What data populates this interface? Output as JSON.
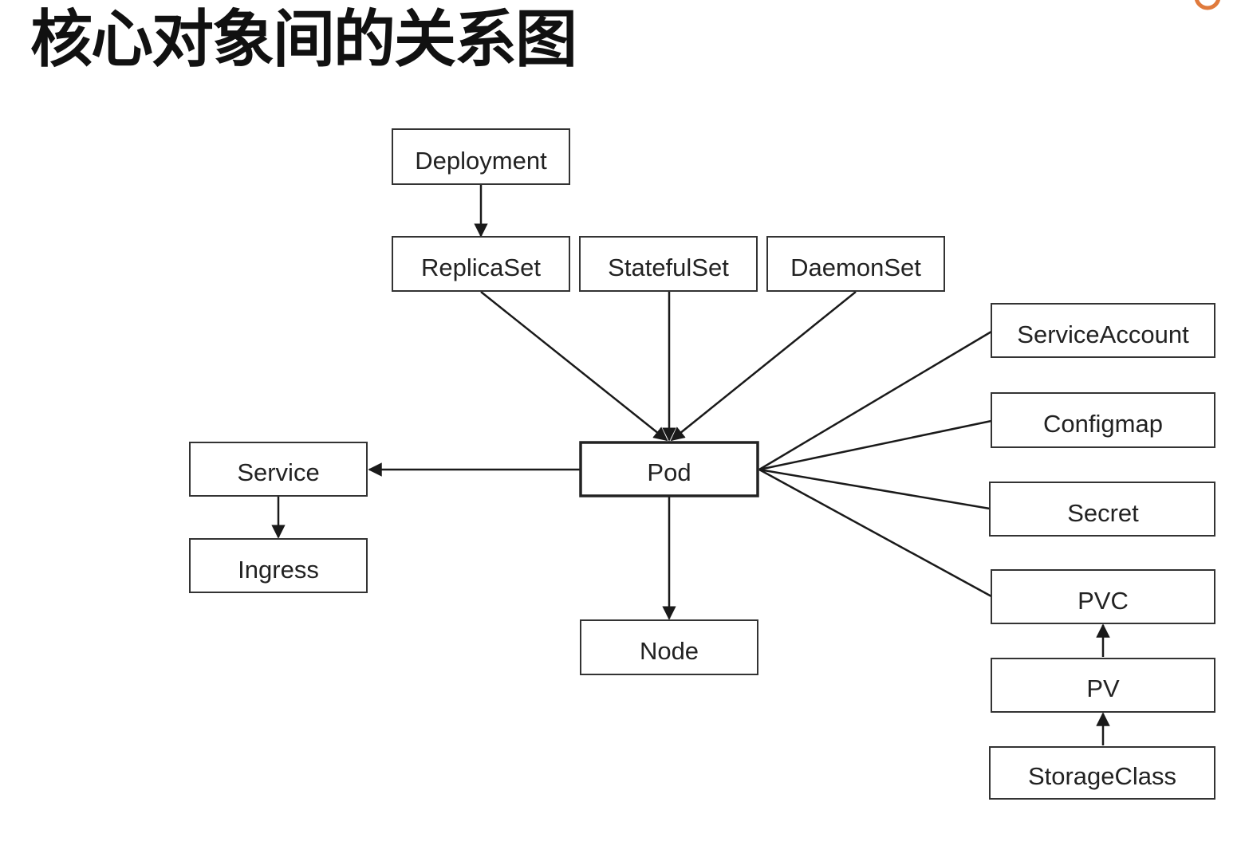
{
  "title": "核心对象间的关系图",
  "colors": {
    "text": "#222222",
    "line": "#1a1a1a",
    "logo": "#e07a3c"
  },
  "corner_logo_icon": "brand-logo-icon",
  "nodes": {
    "deployment": "Deployment",
    "replicaset": "ReplicaSet",
    "statefulset": "StatefulSet",
    "daemonset": "DaemonSet",
    "pod": "Pod",
    "service": "Service",
    "ingress": "Ingress",
    "node": "Node",
    "serviceaccount": "ServiceAccount",
    "configmap": "Configmap",
    "secret": "Secret",
    "pvc": "PVC",
    "pv": "PV",
    "storageclass": "StorageClass"
  }
}
